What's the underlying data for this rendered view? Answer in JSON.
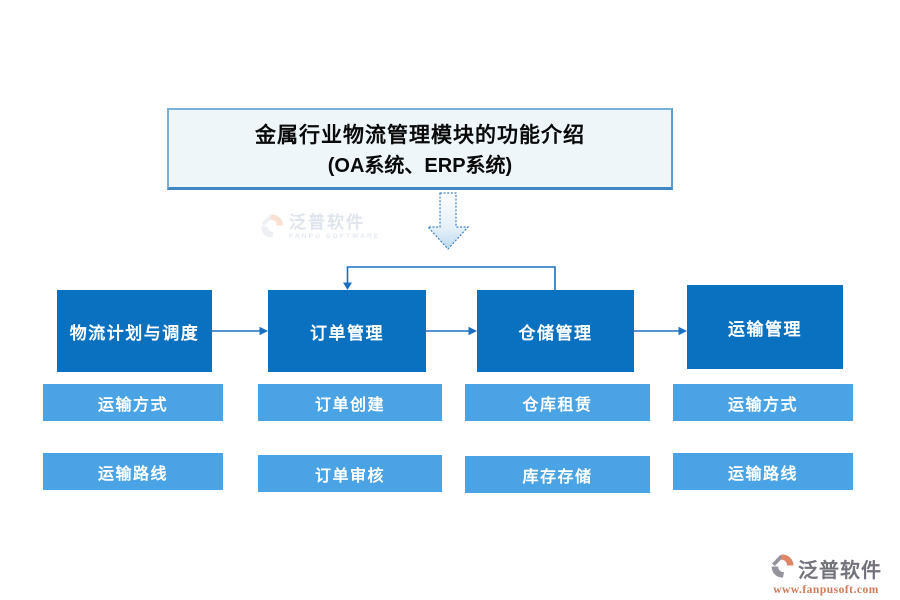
{
  "title": {
    "line1": "金属行业物流管理模块的功能介绍",
    "line2": "(OA系统、ERP系统)"
  },
  "watermark": {
    "brand": "泛普软件",
    "subtitle": "FANPU SOFTWARE"
  },
  "footer": {
    "brand": "泛普软件",
    "url": "www.fanpusoft.com"
  },
  "columns": [
    {
      "main": "物流计划与调度",
      "subs": [
        "运输方式",
        "运输路线"
      ]
    },
    {
      "main": "订单管理",
      "subs": [
        "订单创建",
        "订单审核"
      ]
    },
    {
      "main": "仓储管理",
      "subs": [
        "仓库租赁",
        "库存存储"
      ]
    },
    {
      "main": "运输管理",
      "subs": [
        "运输方式",
        "运输路线"
      ]
    }
  ],
  "colors": {
    "main_node": "#0a70c0",
    "sub_node": "#4aa3e4",
    "connector": "#1b6fc0",
    "title_fill": "#eef6fa",
    "title_border": "#79b2d9",
    "logo_orange": "#e08666",
    "logo_gray": "#95949e"
  }
}
